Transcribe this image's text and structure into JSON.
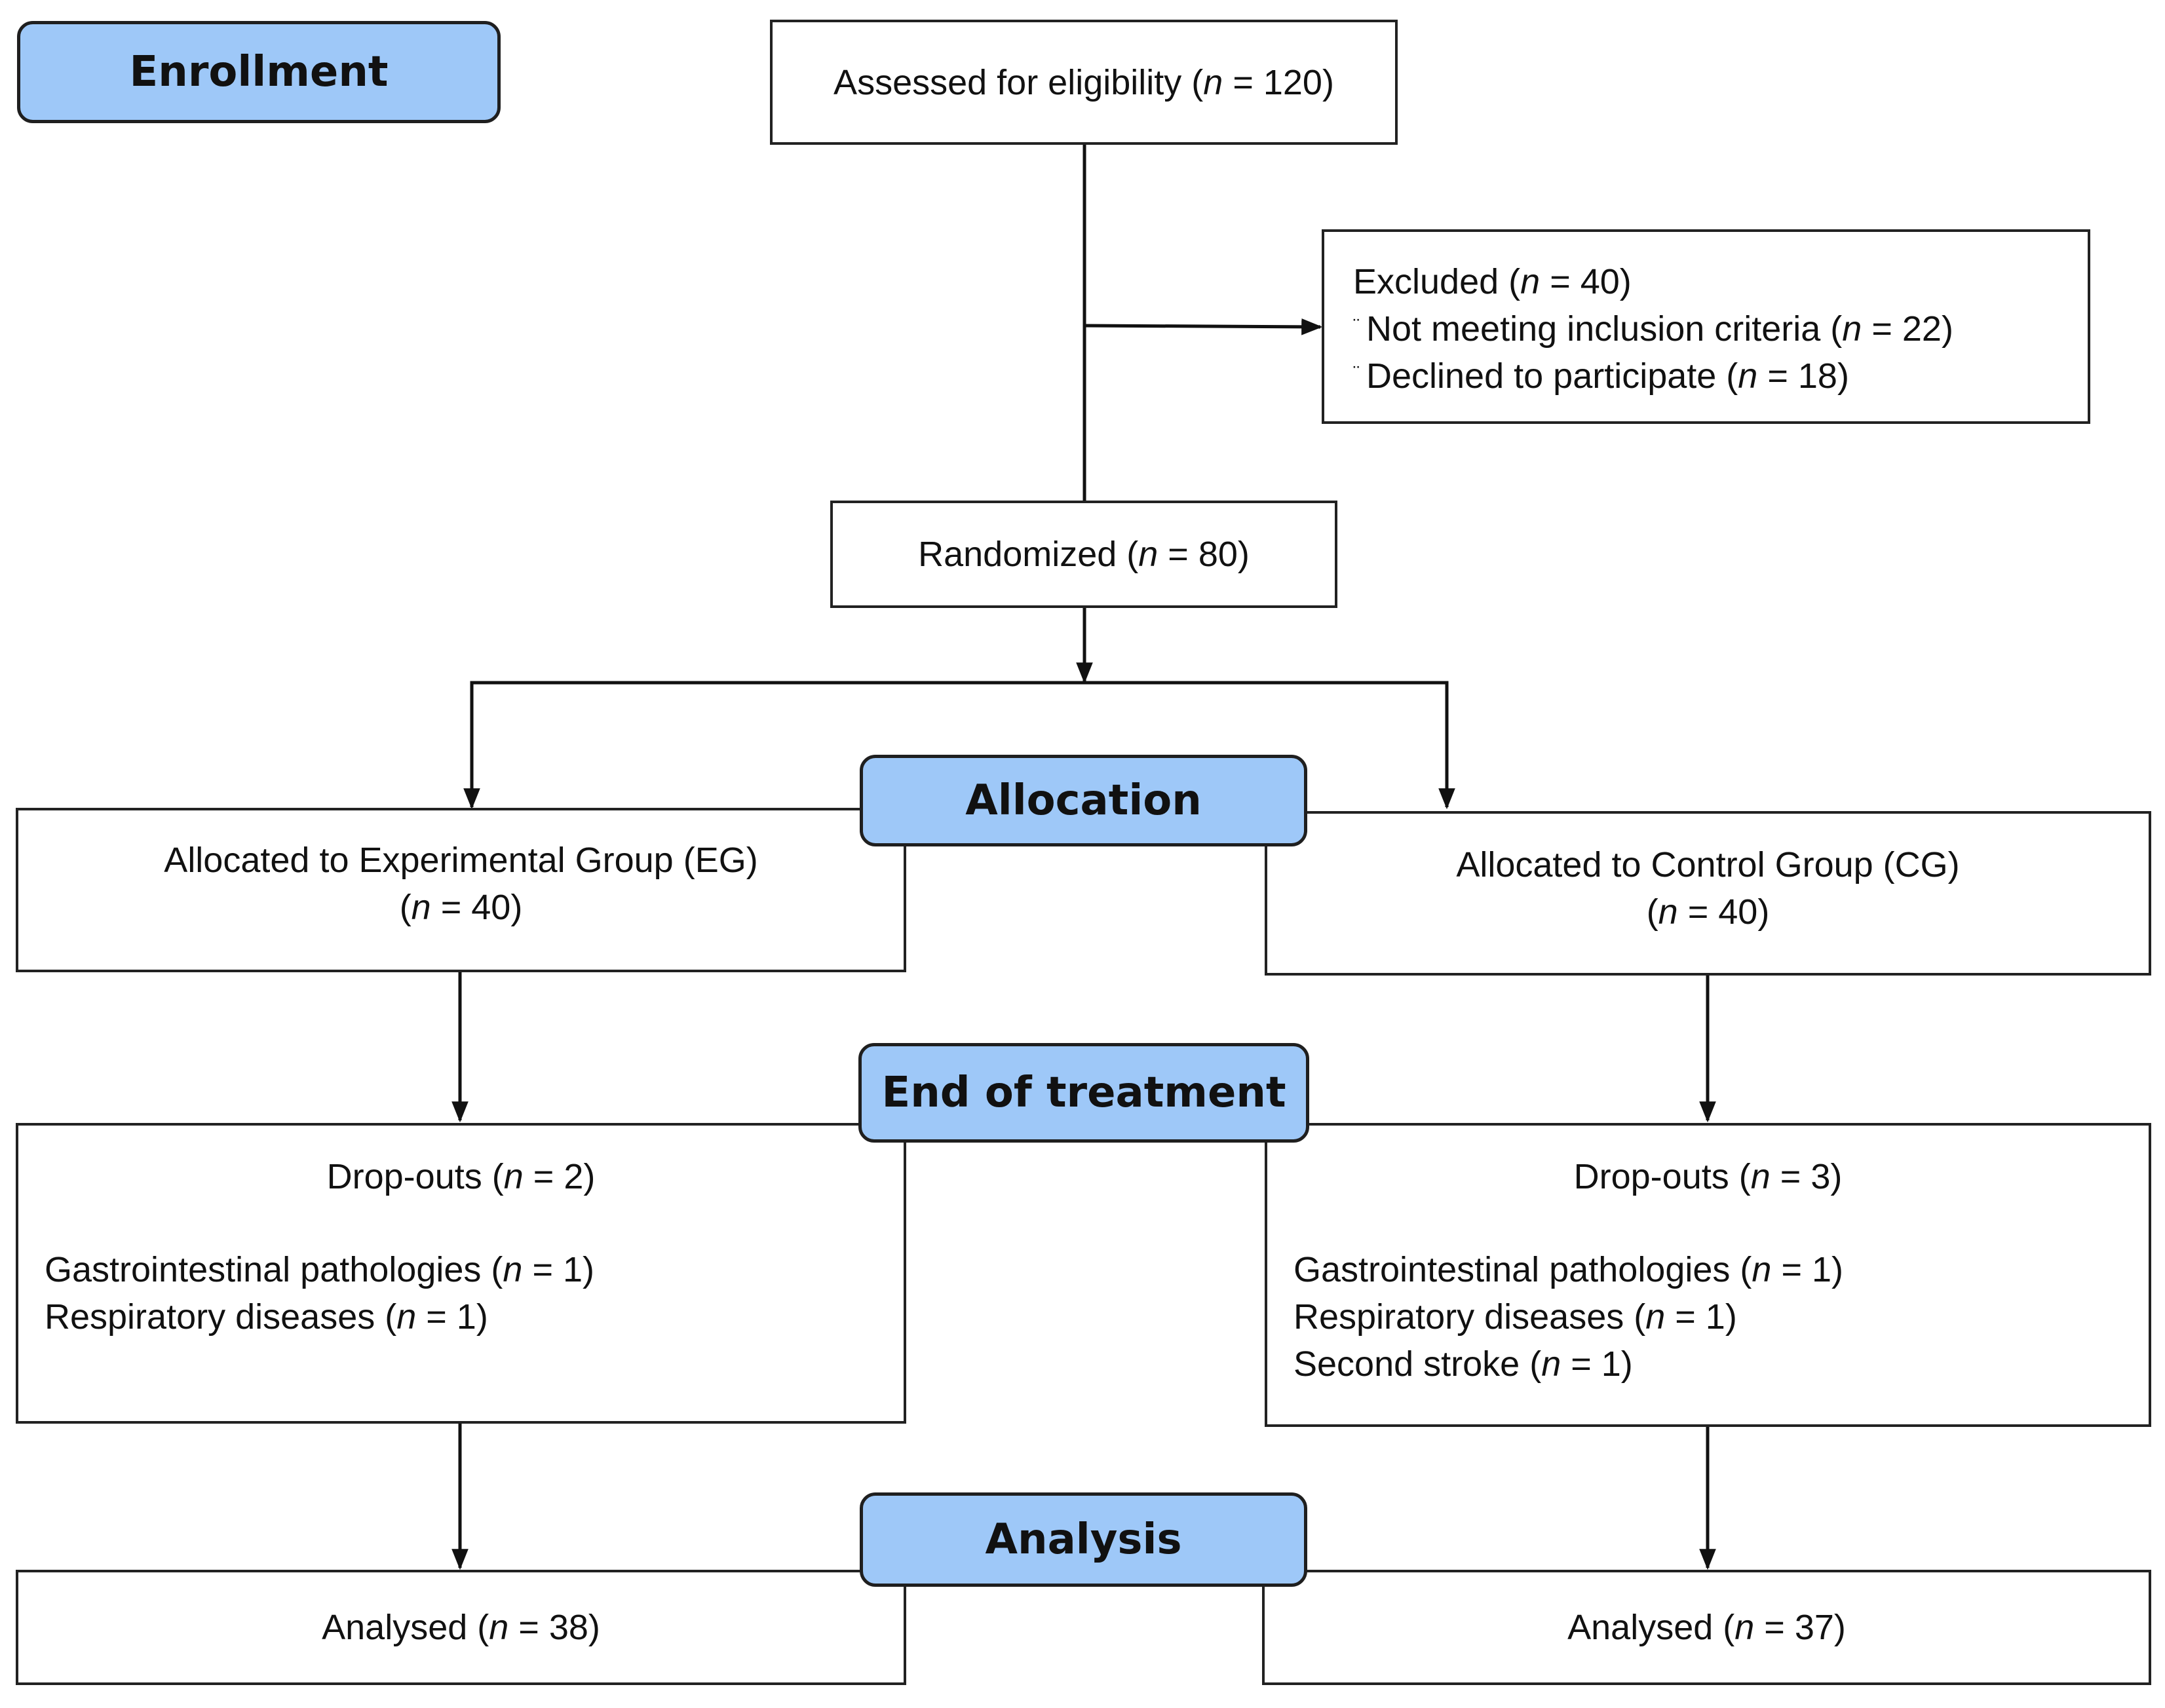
{
  "stages": {
    "enrollment": "Enrollment",
    "allocation": "Allocation",
    "end_of_treatment": "End of treatment",
    "analysis": "Analysis"
  },
  "assessed": {
    "label": "Assessed for eligibility (",
    "n_sym": "n",
    "n_value": " = 120)"
  },
  "excluded": {
    "title": {
      "label": "Excluded (",
      "n_sym": "n",
      "n_value": " = 40)"
    },
    "bullet": "¨",
    "items": [
      {
        "label": "Not meeting inclusion criteria (",
        "n_sym": "n",
        "n_value": " = 22)"
      },
      {
        "label": "Declined to participate (",
        "n_sym": "n",
        "n_value": " = 18)"
      }
    ]
  },
  "randomized": {
    "label": "Randomized (",
    "n_sym": "n",
    "n_value": " = 80)"
  },
  "allocated": {
    "eg": {
      "label": "Allocated to Experimental Group (EG)",
      "n_open": "(",
      "n_sym": "n",
      "n_value": " = 40)"
    },
    "cg": {
      "label": "Allocated to Control Group (CG)",
      "n_open": "(",
      "n_sym": "n",
      "n_value": " = 40)"
    }
  },
  "dropouts": {
    "eg": {
      "title": {
        "label": "Drop-outs (",
        "n_sym": "n",
        "n_value": " = 2)"
      },
      "items": [
        {
          "label": "Gastrointestinal pathologies (",
          "n_sym": "n",
          "n_value": " = 1)"
        },
        {
          "label": "Respiratory diseases (",
          "n_sym": "n",
          "n_value": " = 1)"
        }
      ]
    },
    "cg": {
      "title": {
        "label": "Drop-outs (",
        "n_sym": "n",
        "n_value": " = 3)"
      },
      "items": [
        {
          "label": "Gastrointestinal pathologies (",
          "n_sym": "n",
          "n_value": " = 1)"
        },
        {
          "label": "Respiratory diseases (",
          "n_sym": "n",
          "n_value": " = 1)"
        },
        {
          "label": "Second stroke (",
          "n_sym": "n",
          "n_value": " = 1)"
        }
      ]
    }
  },
  "analysed": {
    "eg": {
      "label": "Analysed (",
      "n_sym": "n",
      "n_value": " = 38)"
    },
    "cg": {
      "label": "Analysed (",
      "n_sym": "n",
      "n_value": " = 37)"
    }
  }
}
